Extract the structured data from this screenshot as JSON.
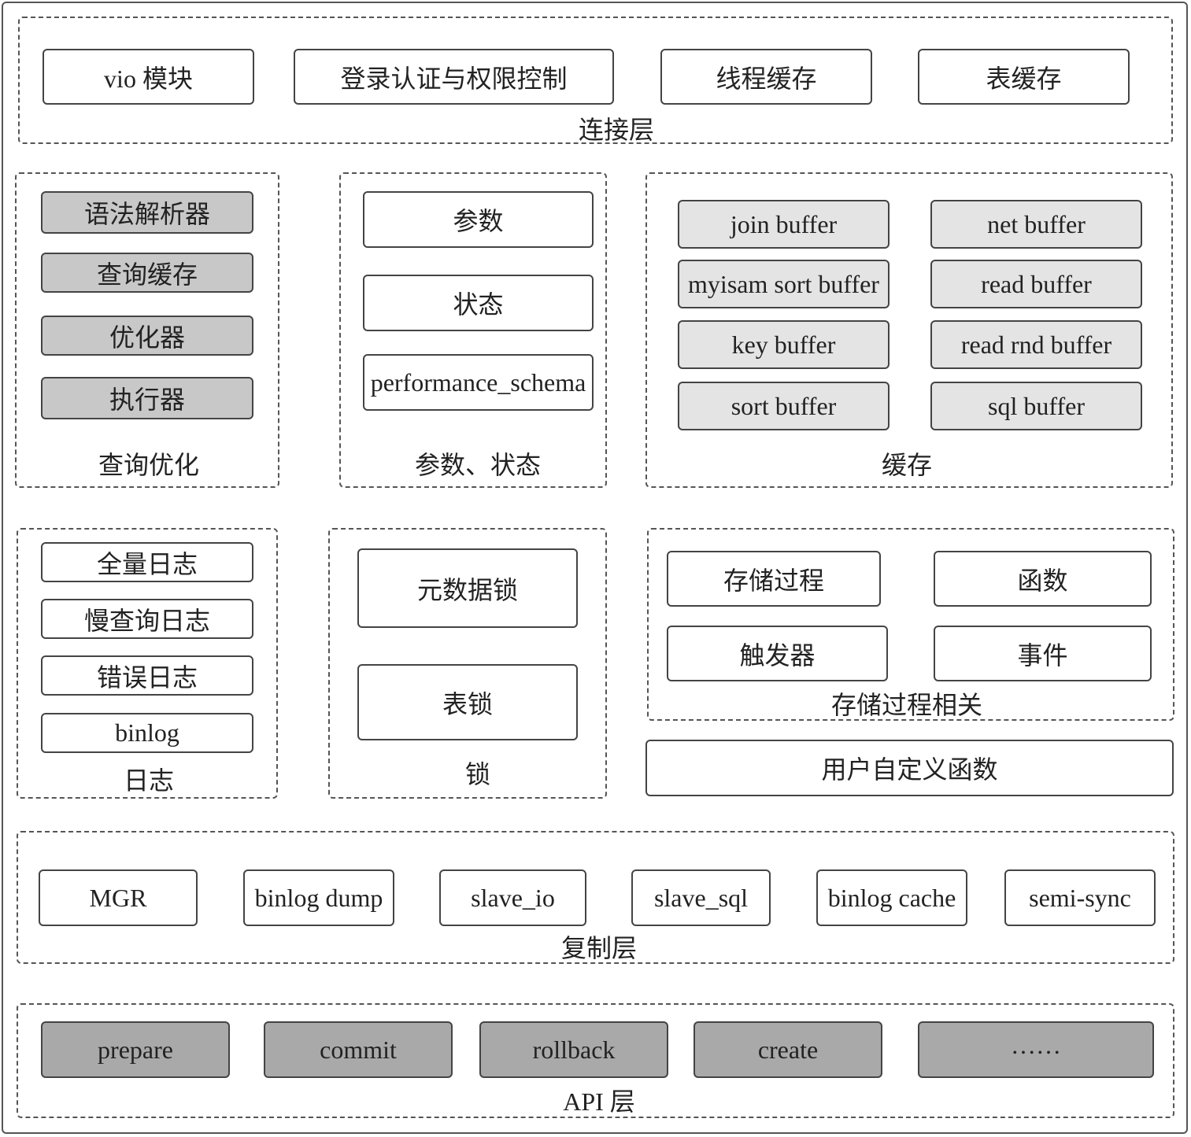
{
  "connection_layer": {
    "label": "连接层",
    "items": [
      "vio 模块",
      "登录认证与权限控制",
      "线程缓存",
      "表缓存"
    ]
  },
  "query_optimization": {
    "label": "查询优化",
    "items": [
      "语法解析器",
      "查询缓存",
      "优化器",
      "执行器"
    ]
  },
  "params_status": {
    "label": "参数、状态",
    "items": [
      "参数",
      "状态",
      "performance_schema"
    ]
  },
  "cache": {
    "label": "缓存",
    "items": [
      "join buffer",
      "net buffer",
      "myisam sort buffer",
      "read buffer",
      "key buffer",
      "read rnd buffer",
      "sort buffer",
      "sql buffer"
    ]
  },
  "logs": {
    "label": "日志",
    "items": [
      "全量日志",
      "慢查询日志",
      "错误日志",
      "binlog"
    ]
  },
  "locks": {
    "label": "锁",
    "items": [
      "元数据锁",
      "表锁"
    ]
  },
  "stored_procedures": {
    "label": "存储过程相关",
    "items": [
      "存储过程",
      "函数",
      "触发器",
      "事件"
    ]
  },
  "udf": {
    "label": "用户自定义函数"
  },
  "replication_layer": {
    "label": "复制层",
    "items": [
      "MGR",
      "binlog dump",
      "slave_io",
      "slave_sql",
      "binlog cache",
      "semi-sync"
    ]
  },
  "api_layer": {
    "label": "API 层",
    "items": [
      "prepare",
      "commit",
      "rollback",
      "create",
      "……"
    ]
  }
}
